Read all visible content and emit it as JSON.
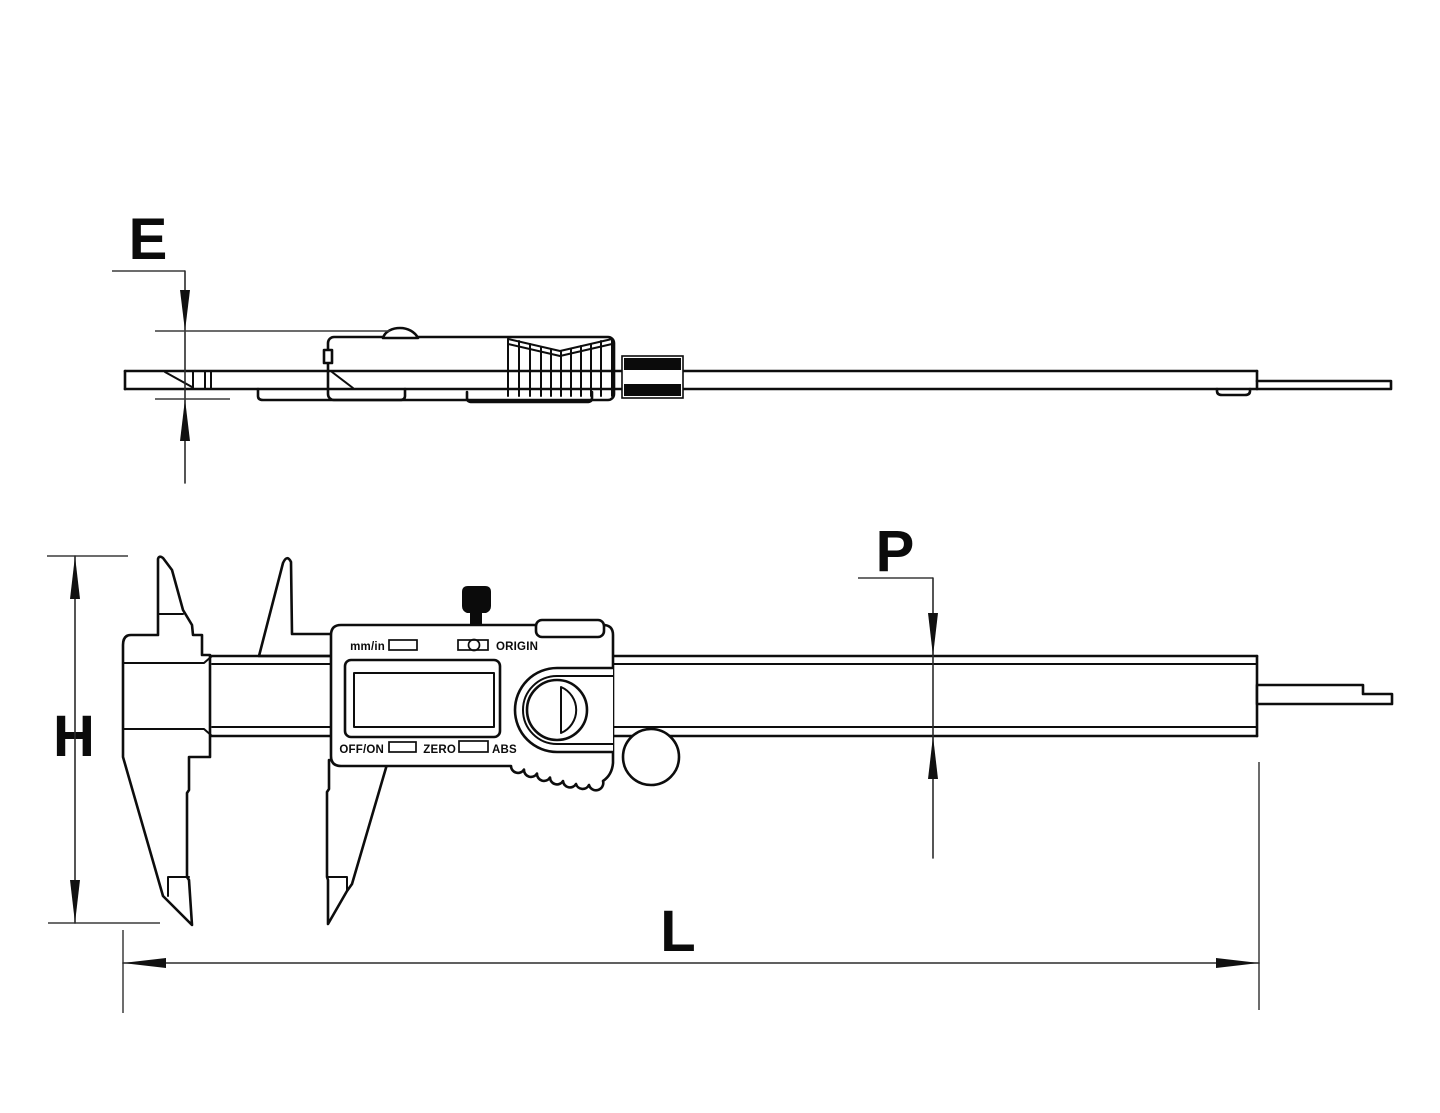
{
  "page": {
    "background": "#ffffff",
    "ink_color": "#0d0d0d",
    "dimension_color": "#2b2b2b"
  },
  "dimensions": {
    "thickness_label": "E",
    "height_label": "H",
    "beam_depth_label": "P",
    "length_label": "L"
  },
  "display_panel": {
    "unit_toggle": "mm/in",
    "origin": "ORIGIN",
    "power": "OFF/ON",
    "zero": "ZERO",
    "abs": "ABS"
  }
}
